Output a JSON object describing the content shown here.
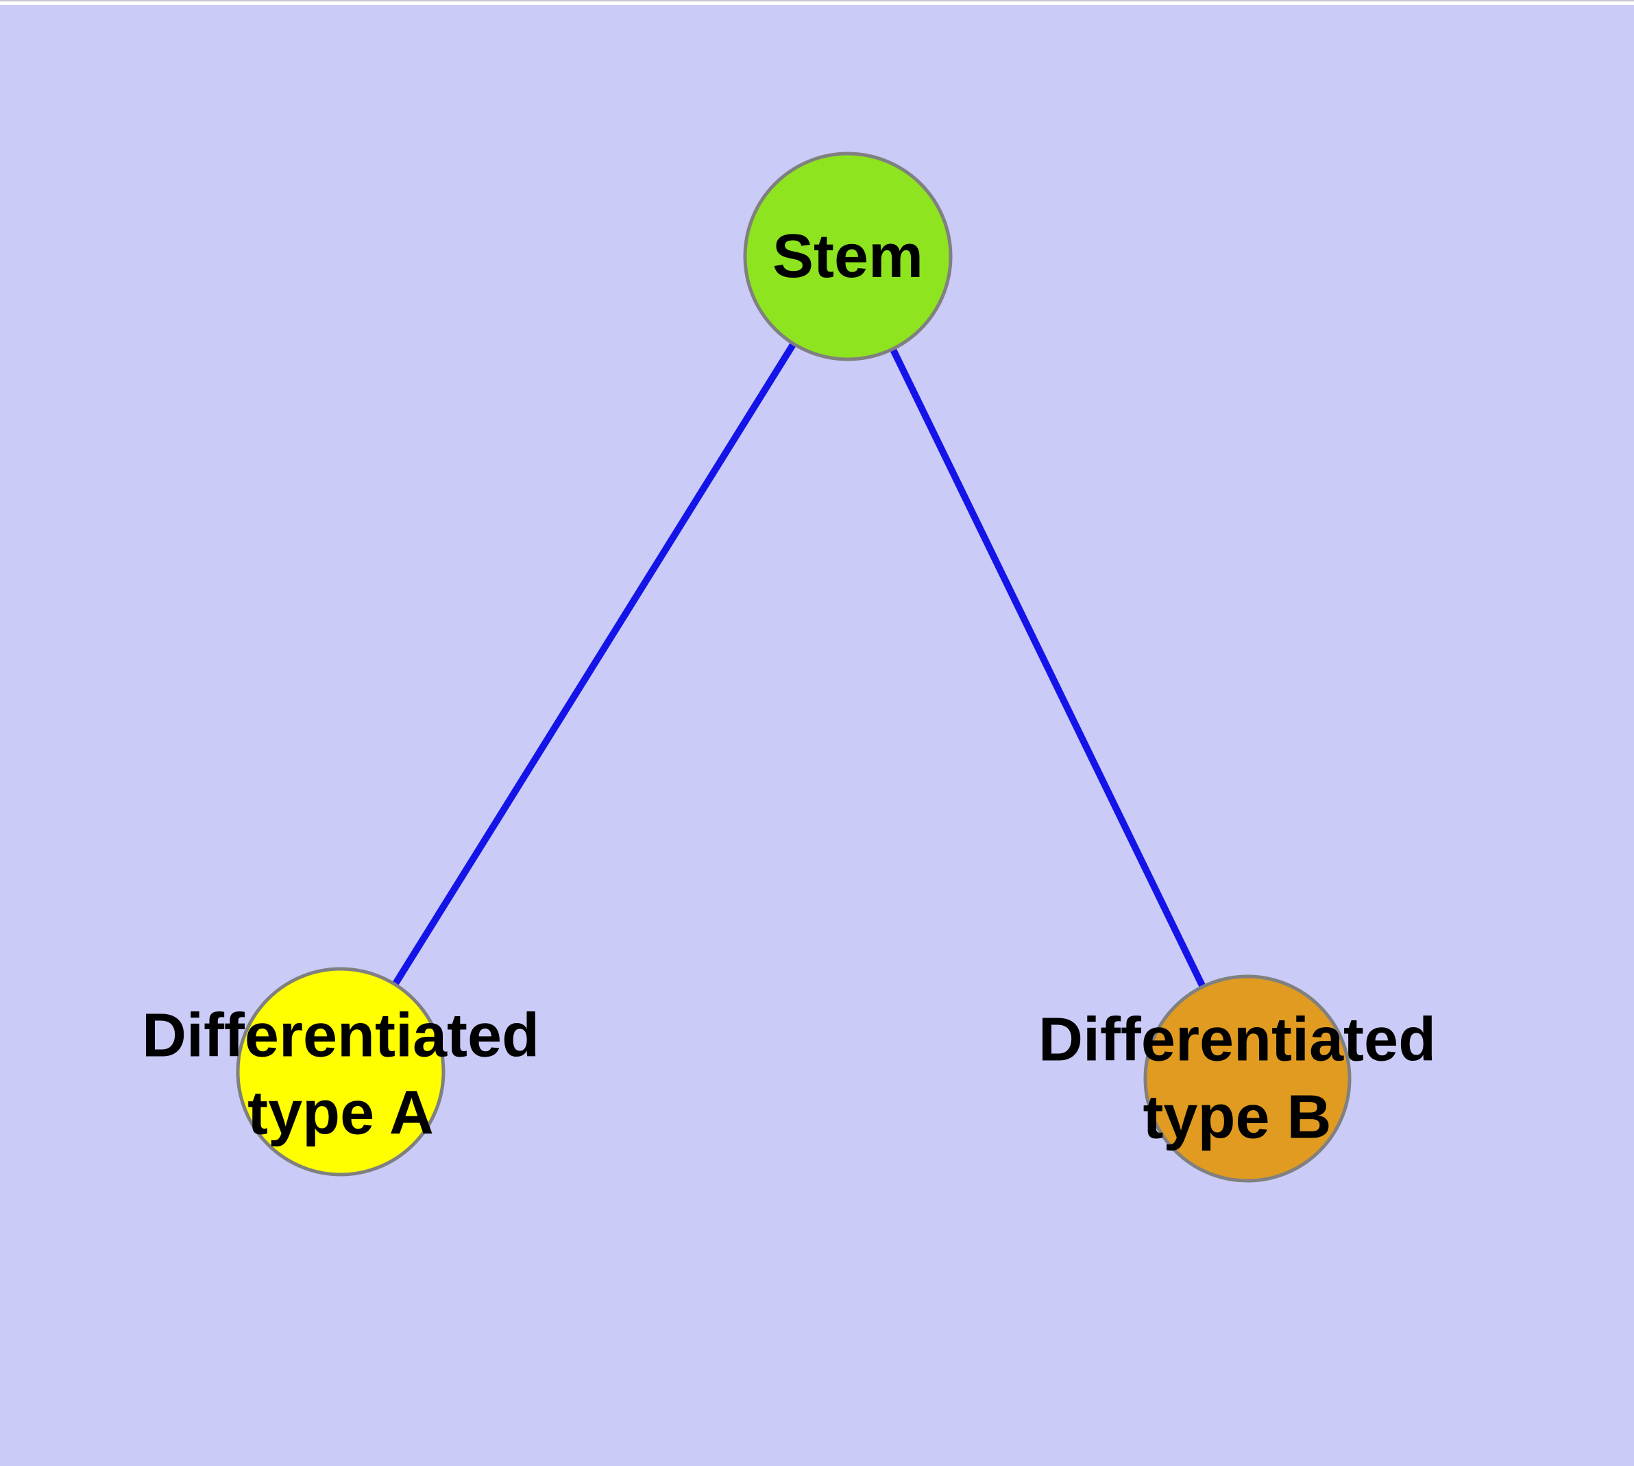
{
  "diagram": {
    "type": "node-link-graph",
    "background_color": "#CBCBF7",
    "edge_color": "#1414E8",
    "node_border_color": "#808080",
    "label_color": "#000000",
    "nodes": [
      {
        "id": "stem",
        "label": "Stem",
        "lines": [
          "Stem"
        ],
        "fill": "#8DE41F"
      },
      {
        "id": "differentiated-type-a",
        "label": "Differentiated type A",
        "lines": [
          "Differentiated",
          "type A"
        ],
        "fill": "#FFFF00"
      },
      {
        "id": "differentiated-type-b",
        "label": "Differentiated type B",
        "lines": [
          "Differentiated",
          "type B"
        ],
        "fill": "#E09B20"
      }
    ],
    "edges": [
      {
        "from": "stem",
        "to": "differentiated-type-a"
      },
      {
        "from": "stem",
        "to": "differentiated-type-b"
      }
    ]
  }
}
